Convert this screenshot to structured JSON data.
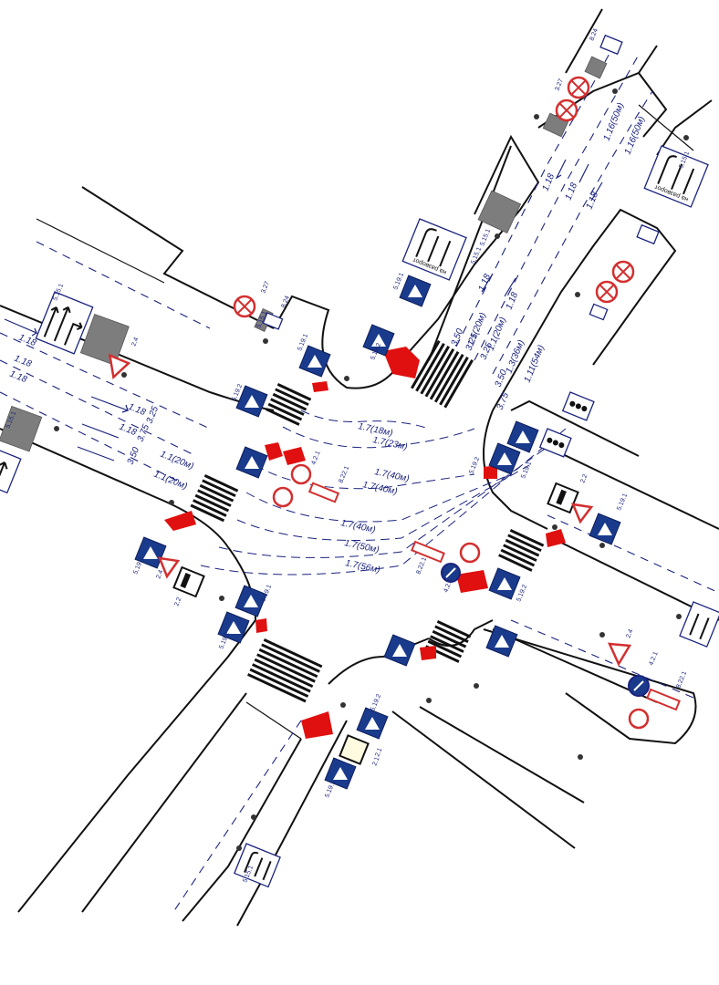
{
  "colors": {
    "road": "#111111",
    "marking": "#1a237e",
    "highlight": "#e01010",
    "sign_red": "#d32f2f",
    "sign_blue": "#1a3a8c",
    "light_block": "#7d7d7d"
  },
  "lane_labels": {
    "nw_1": "1.18",
    "nw_2": "1.18",
    "nw_3": "1.18",
    "nw_4": "1.18",
    "nw_5": "1.18",
    "n_1": "1.18",
    "n_2": "1.18",
    "n_3": "1.18",
    "n_4": "1.18",
    "n_5": "1.18",
    "n_6": "1.16(50м)",
    "n_7": "1.16(50м)"
  },
  "widths": {
    "w1": "3.50",
    "w2": "3.75",
    "w3": "3.25",
    "w4": "3.50",
    "w5": "3.25",
    "w6": "3.25",
    "w7": "3.50",
    "w8": "3.75"
  },
  "marking_labels": {
    "m1": "1.1(20м)",
    "m2": "1.1(20м)",
    "m3": "1.1(20м)",
    "m4": "1.1(20м)",
    "m5": "1.3(36м)",
    "m6": "1.11(54м)"
  },
  "trajectory_labels": {
    "t1": "1.7(18м)",
    "t2": "1.7(23м)",
    "t3": "1.7(40м)",
    "t4": "1.7(40м)",
    "t5": "1.7(40м)",
    "t6": "1.7(50м)",
    "t7": "1.7(56м)"
  },
  "sign_codes": {
    "s1": "5.15.1",
    "s2": "2.4",
    "s3": "5.15.1",
    "s4": "на разворот",
    "s5": "5.15.1",
    "s6": "на разворот",
    "s7": "5.19.1",
    "s8": "5.19.2",
    "s9": "5.19.1",
    "s10": "5.19.2",
    "s11": "4.2.1",
    "s12": "8.22.1",
    "s13": "5.19.1",
    "s14": "2.4",
    "s15": "2.2",
    "s16": "5.19.1",
    "s17": "5.19.2",
    "s18": "8.22.1",
    "s19": "5.19.2",
    "s20": "5.19.1",
    "s21": "5.15.1",
    "s22": "5.19.1",
    "s23": "5.19.2",
    "s24": "2.1",
    "s25": "5.15.1",
    "s26": "3.27",
    "s27": "8.24",
    "s28": "3.27",
    "s29": "8.24",
    "s30": "2.2",
    "s31": "5.19.1",
    "s32": "4.2.1",
    "s33": "2.1",
    "s34": "2.4",
    "s35": "4.2.1",
    "s36": "8.22.1",
    "s37": "5.15.1",
    "s38": "5.19.2",
    "s39": "5.15.1"
  },
  "sign_icons": [
    "give-way-triangle-icon",
    "main-road-diamond-icon",
    "no-stopping-icon",
    "pedestrian-crossing-icon",
    "lane-direction-icon",
    "keep-right-icon",
    "traffic-light-icon",
    "obstacle-barrier-icon"
  ]
}
